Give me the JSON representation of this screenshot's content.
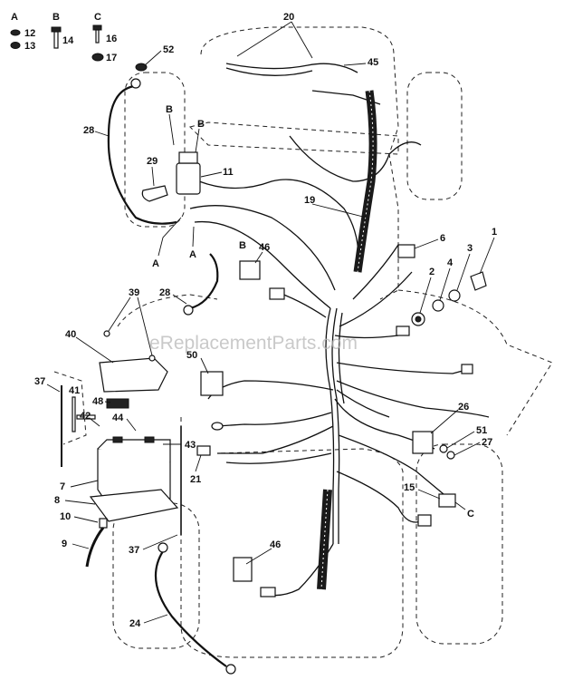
{
  "legend": {
    "groups": [
      {
        "letter": "A",
        "items": [
          "12",
          "13"
        ]
      },
      {
        "letter": "B",
        "items": [
          "14"
        ]
      },
      {
        "letter": "C",
        "items": [
          "16",
          "17"
        ]
      }
    ]
  },
  "watermark": "eReplacementParts.com",
  "callouts": {
    "c20": "20",
    "c45a": "45",
    "c52": "52",
    "c28a": "28",
    "c29": "29",
    "c11": "11",
    "c19": "19",
    "c1": "1",
    "c3": "3",
    "c4": "4",
    "c2": "2",
    "c6": "6",
    "c46a": "46",
    "c39": "39",
    "c28b": "28",
    "c40": "40",
    "c50": "50",
    "c37a": "37",
    "c41": "41",
    "c48": "48",
    "c42": "42",
    "c44": "44",
    "c43": "43",
    "c7": "7",
    "c8": "8",
    "c10": "10",
    "c9": "9",
    "c21": "21",
    "c26": "26",
    "c51": "51",
    "c27": "27",
    "c15": "15",
    "c37b": "37",
    "c46b": "46",
    "c24": "24"
  },
  "letters": {
    "lB1": "B",
    "lB2": "B",
    "lA1": "A",
    "lA2": "A",
    "lB3": "B",
    "lC1": "C"
  }
}
